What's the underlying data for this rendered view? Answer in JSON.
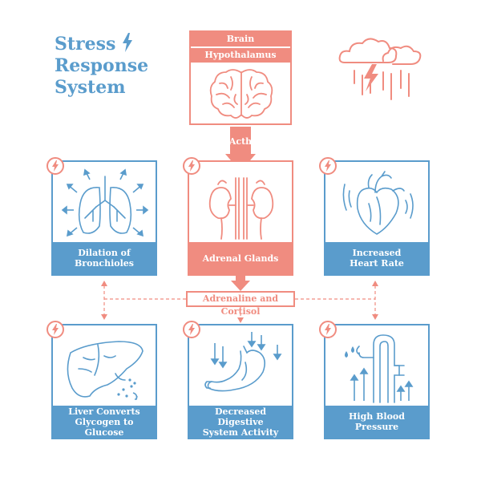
{
  "title": {
    "line1": "Stress",
    "line2": "Response",
    "line3": "System"
  },
  "brain": {
    "label1": "Brain",
    "label2": "Hypothalamus"
  },
  "acth": {
    "label": "Acth"
  },
  "mediator": {
    "label": "Adrenaline and Cortisol"
  },
  "boxes": [
    {
      "label": "Dilation of\nBronchioles",
      "color": "#5a9ccc",
      "icon": "lungs-icon"
    },
    {
      "label": "Adrenal Glands",
      "color": "#f08c80",
      "icon": "adrenal-glands-icon"
    },
    {
      "label": "Increased\nHeart Rate",
      "color": "#5a9ccc",
      "icon": "heart-icon"
    },
    {
      "label": "Liver Converts\nGlycogen to Glucose",
      "color": "#5a9ccc",
      "icon": "liver-icon"
    },
    {
      "label": "Decreased Digestive\nSystem Activity",
      "color": "#5a9ccc",
      "icon": "stomach-icon"
    },
    {
      "label": "High Blood\nPressure",
      "color": "#5a9ccc",
      "icon": "blood-vessels-icon"
    }
  ],
  "colors": {
    "blue": "#5a9ccc",
    "salmon": "#f08c80"
  }
}
